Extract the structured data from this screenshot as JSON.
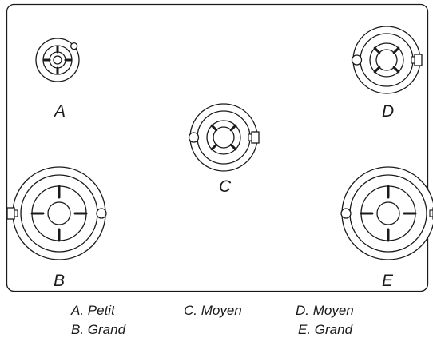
{
  "burners": [
    {
      "id": "A",
      "size": "small"
    },
    {
      "id": "B",
      "size": "large"
    },
    {
      "id": "C",
      "size": "medium"
    },
    {
      "id": "D",
      "size": "medium"
    },
    {
      "id": "E",
      "size": "large"
    }
  ],
  "labels": {
    "a": "A",
    "b": "B",
    "c": "C",
    "d": "D",
    "e": "E"
  },
  "legend": {
    "a": "A. Petit",
    "b": "B. Grand",
    "c": "C. Moyen",
    "d": "D. Moyen",
    "e": "E. Grand"
  },
  "colors": {
    "line": "#1a1a1a",
    "background": "#ffffff"
  }
}
